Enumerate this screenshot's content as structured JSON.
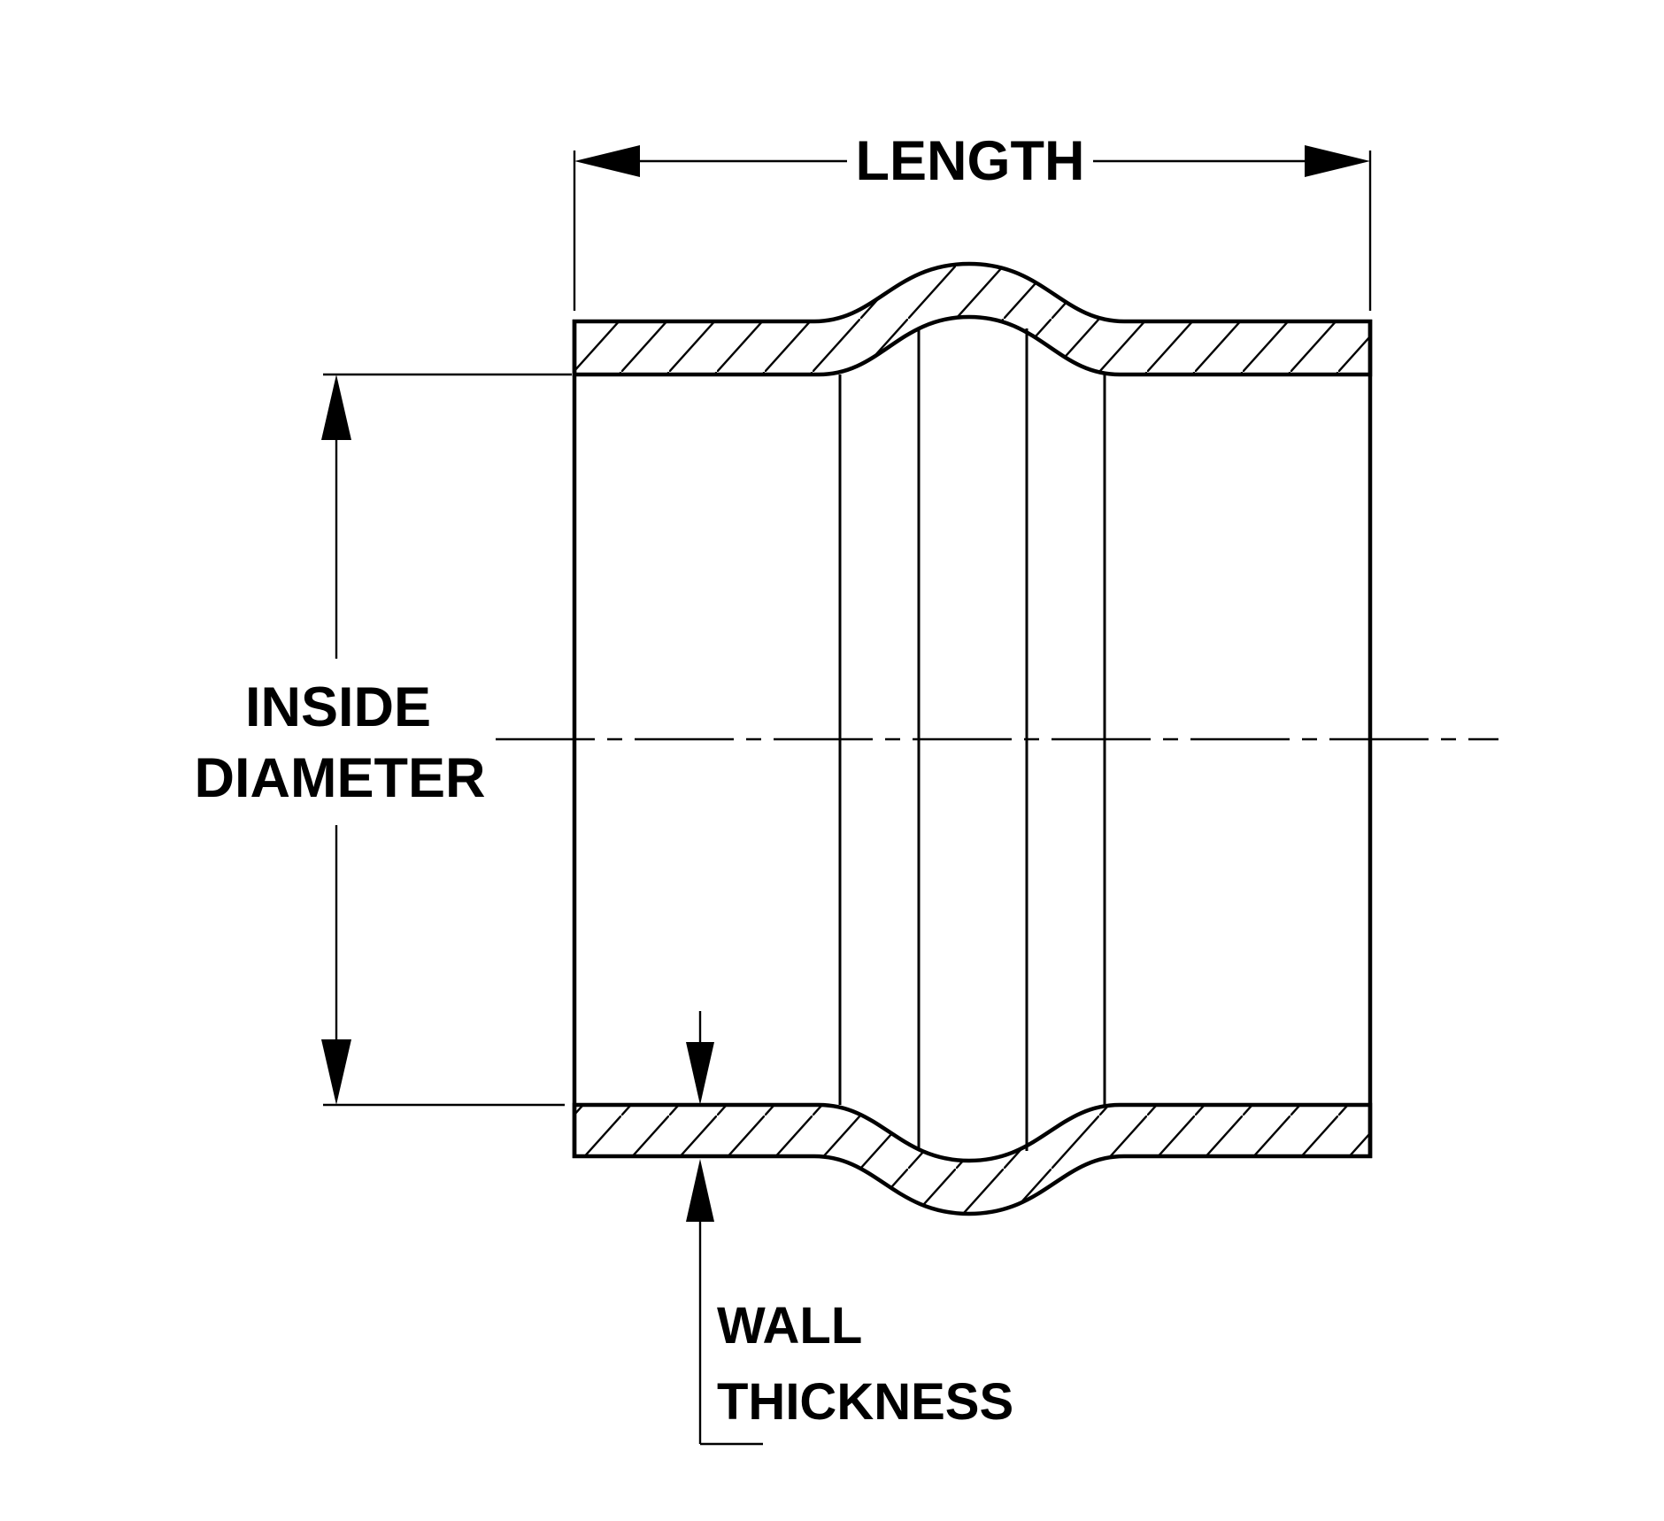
{
  "diagram": {
    "labels": {
      "length": "LENGTH",
      "inside_diameter_line1": "INSIDE",
      "inside_diameter_line2": "DIAMETER",
      "wall_thickness_line1": "WALL",
      "wall_thickness_line2": "THICKNESS"
    },
    "colors": {
      "ink": "#000000",
      "background": "#ffffff"
    }
  }
}
